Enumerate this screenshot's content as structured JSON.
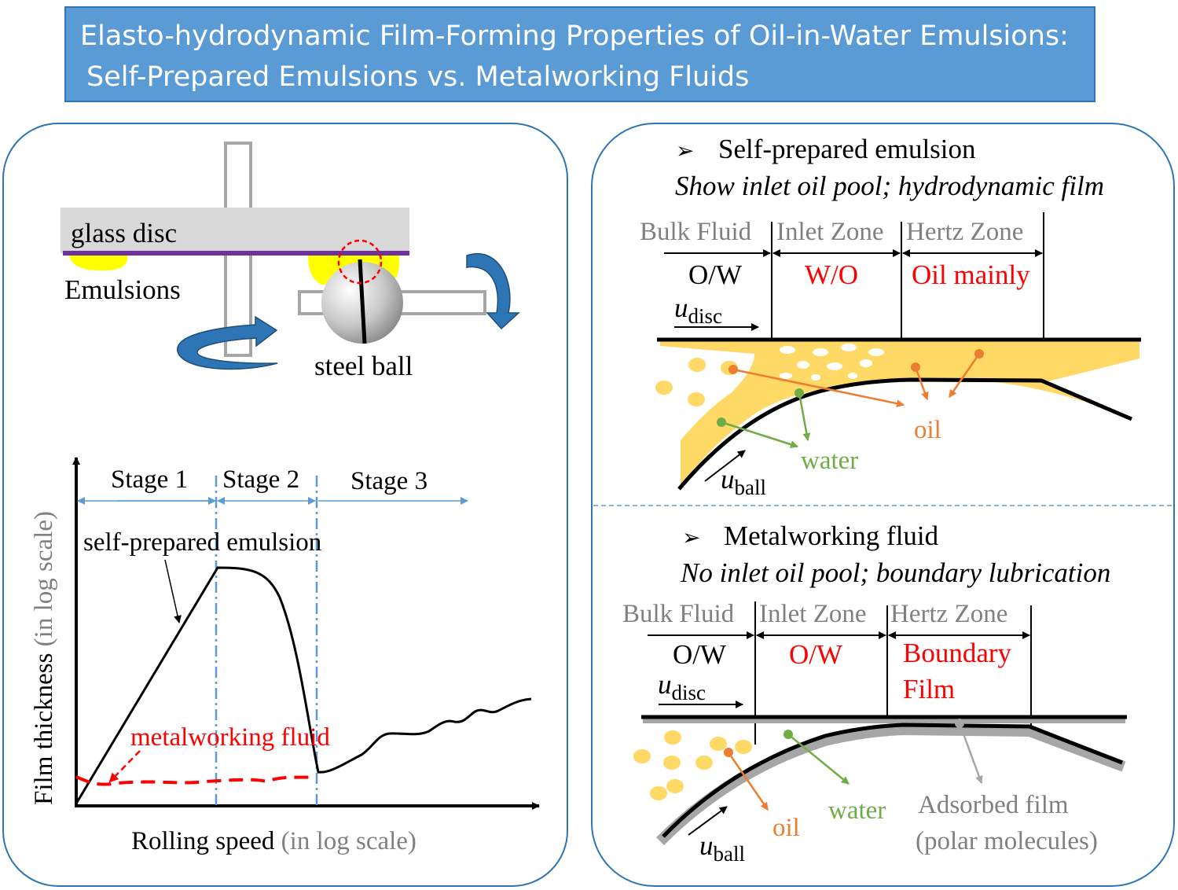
{
  "banner": {
    "line1": "Elasto-hydrodynamic Film-Forming Properties of Oil-in-Water Emulsions:",
    "line2": "Self-Prepared Emulsions vs. Metalworking Fluids"
  },
  "left_panel": {
    "apparatus": {
      "glass_disc": "glass disc",
      "emulsions": "Emulsions",
      "steel_ball": "steel ball"
    },
    "graph": {
      "y_label": "Film thickness",
      "y_label_note": "(in log scale)",
      "x_label": "Rolling speed",
      "x_label_note": "(in log scale)",
      "stage1": "Stage 1",
      "stage2": "Stage 2",
      "stage3": "Stage 3",
      "curve_self": "self-prepared emulsion",
      "curve_mwf": "metalworking fluid"
    }
  },
  "right_panel": {
    "top": {
      "arrow": "➢",
      "title": "Self-prepared emulsion",
      "subtitle": "Show inlet oil pool; hydrodynamic film",
      "zone_bulk": "Bulk Fluid",
      "zone_inlet": "Inlet Zone",
      "zone_hertz": "Hertz Zone",
      "phase_bulk": "O/W",
      "phase_inlet": "W/O",
      "phase_hertz": "Oil mainly",
      "u": "u",
      "u_disc_sub": "disc",
      "u_ball_sub": "ball",
      "label_oil": "oil",
      "label_water": "water"
    },
    "bottom": {
      "arrow": "➢",
      "title": "Metalworking fluid",
      "subtitle": "No inlet oil pool; boundary lubrication",
      "zone_bulk": "Bulk Fluid",
      "zone_inlet": "Inlet Zone",
      "zone_hertz": "Hertz Zone",
      "phase_bulk": "O/W",
      "phase_inlet": "O/W",
      "phase_hertz_1": "Boundary",
      "phase_hertz_2": "Film",
      "u": "u",
      "u_disc_sub": "disc",
      "u_ball_sub": "ball",
      "label_oil": "oil",
      "label_water": "water",
      "adsorbed_1": "Adsorbed film",
      "adsorbed_2": "(polar molecules)"
    }
  },
  "colors": {
    "banner": "#5b9bd5",
    "arrow_blue": "#2e75b6",
    "oil_yellow": "#ffd966",
    "red": "#ff0000",
    "orange": "#ed7d31",
    "green": "#70ad47",
    "gray_text": "#808080",
    "purple": "#7030a0"
  }
}
